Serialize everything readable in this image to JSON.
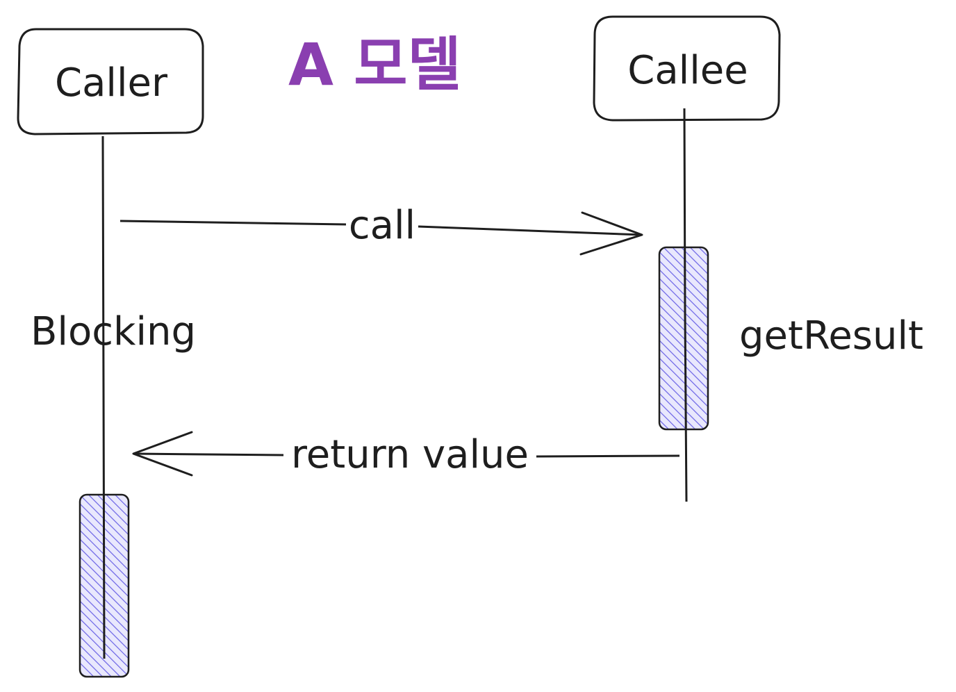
{
  "title": "A 모델",
  "participants": {
    "caller": "Caller",
    "callee": "Callee"
  },
  "messages": {
    "call": "call",
    "return_value": "return value"
  },
  "notes": {
    "blocking": "Blocking",
    "get_result": "getResult"
  },
  "colors": {
    "stroke": "#1e1e1e",
    "title": "#8a3fb0",
    "activation_hatch": "#6b63e6",
    "activation_fill": "#e9e8fd"
  }
}
